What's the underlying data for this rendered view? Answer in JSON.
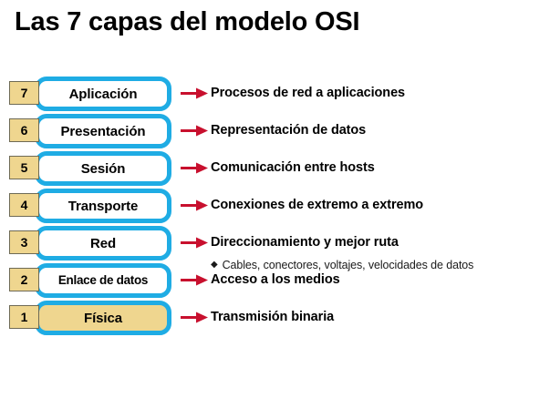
{
  "page": {
    "title": "Las 7 capas del modelo OSI",
    "background": "#FFFFFF"
  },
  "theme": {
    "cyan_border": "#1FACE4",
    "tan_fill": "#EFD68F",
    "tan_border": "#6E6A55",
    "arrow_red": "#C8102E",
    "text_black": "#000000"
  },
  "layers": [
    {
      "number": "7",
      "name": "Aplicación",
      "description": "Procesos de red a aplicaciones",
      "highlighted": false,
      "arrow_icon": "right-arrow-icon"
    },
    {
      "number": "6",
      "name": "Presentación",
      "description": "Representación de datos",
      "highlighted": false,
      "arrow_icon": "right-arrow-icon"
    },
    {
      "number": "5",
      "name": "Sesión",
      "description": "Comunicación entre hosts",
      "highlighted": false,
      "arrow_icon": "right-arrow-icon"
    },
    {
      "number": "4",
      "name": "Transporte",
      "description": "Conexiones de extremo a extremo",
      "highlighted": false,
      "arrow_icon": "right-arrow-icon"
    },
    {
      "number": "3",
      "name": "Red",
      "description": "Direccionamiento y mejor ruta",
      "highlighted": false,
      "arrow_icon": "right-arrow-icon"
    },
    {
      "number": "2",
      "name": "Enlace de datos",
      "description": "Acceso a los medios",
      "highlighted": false,
      "arrow_icon": "right-arrow-icon"
    },
    {
      "number": "1",
      "name": "Física",
      "description": "Transmisión binaria",
      "highlighted": true,
      "arrow_icon": "right-arrow-icon"
    }
  ],
  "physical_details": {
    "bullet_mark": "◆",
    "text": "Cables, conectores, voltajes, velocidades de datos"
  }
}
